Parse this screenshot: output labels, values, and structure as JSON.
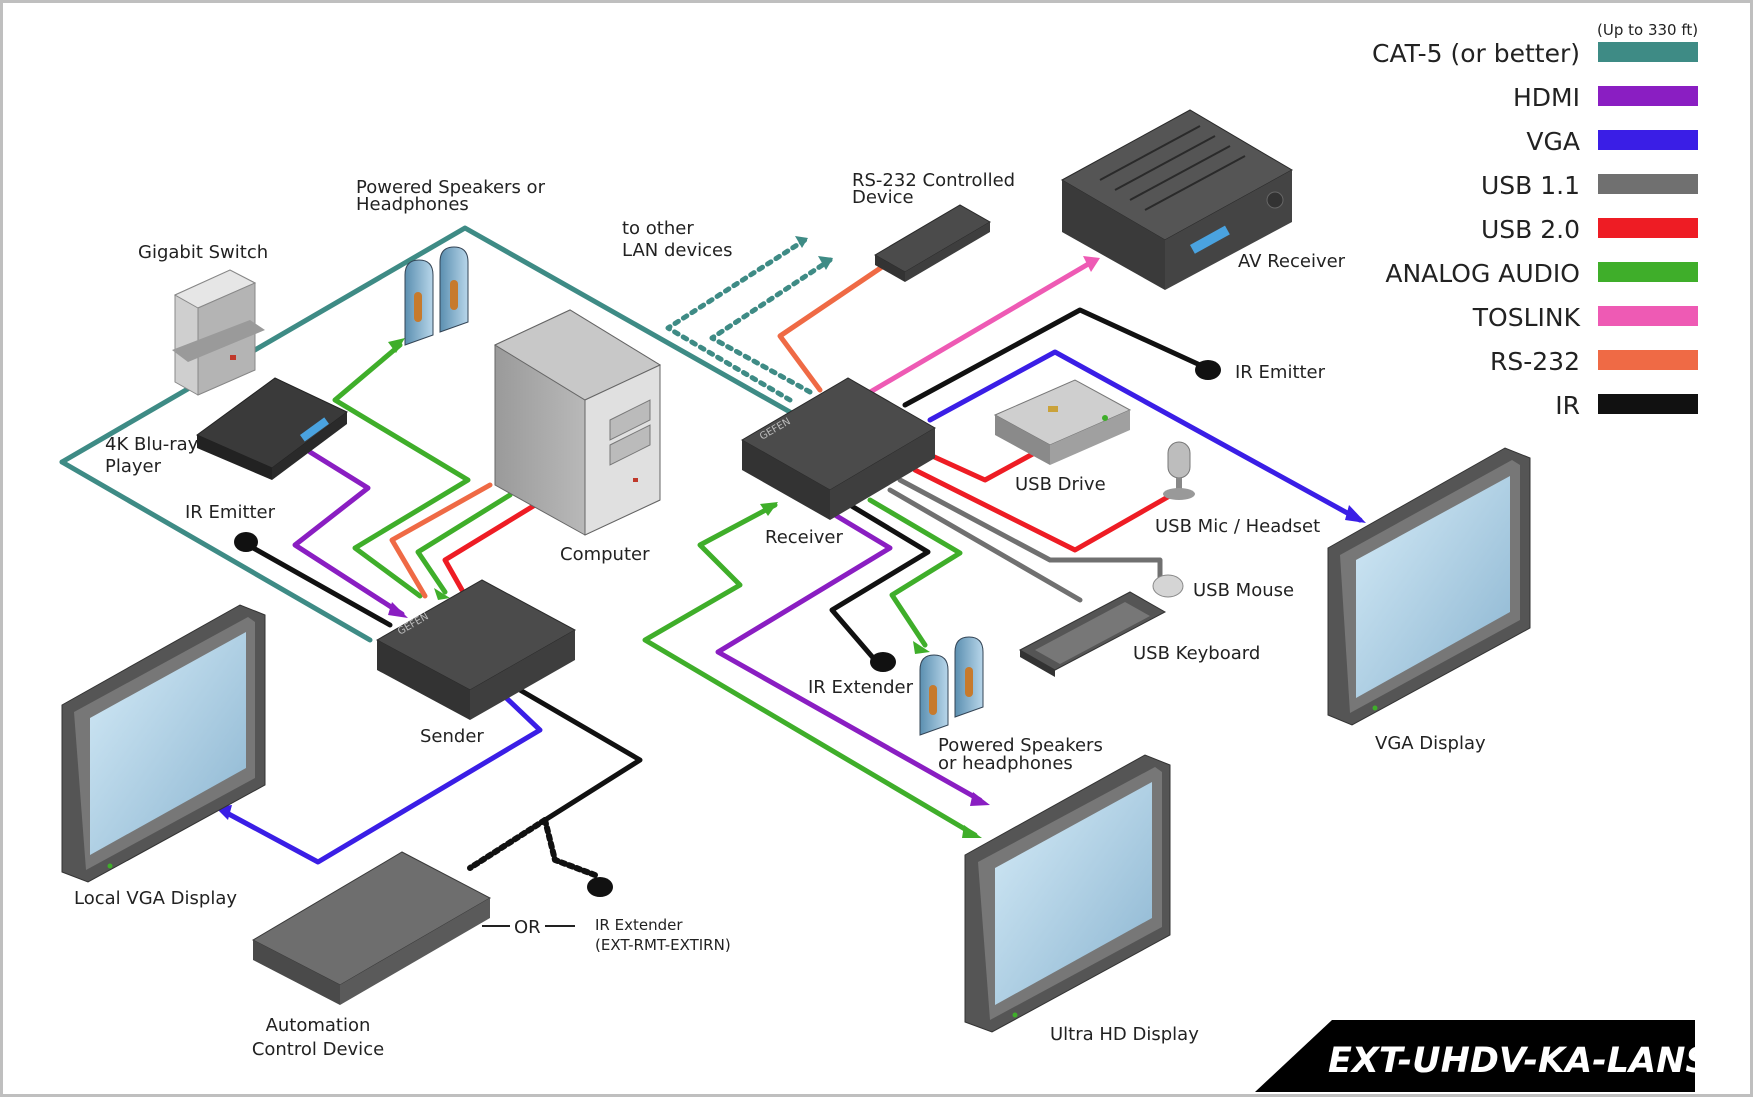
{
  "title": "EXT-UHDV-KA-LANS",
  "legend": {
    "note": "(Up to 330 ft)",
    "items": [
      {
        "label": "CAT-5 (or better)",
        "color": "#3e8b85"
      },
      {
        "label": "HDMI",
        "color": "#8a1ec2"
      },
      {
        "label": "VGA",
        "color": "#3a1ee6"
      },
      {
        "label": "USB 1.1",
        "color": "#707070"
      },
      {
        "label": "USB 2.0",
        "color": "#ee1c24"
      },
      {
        "label": "ANALOG AUDIO",
        "color": "#3fae2a"
      },
      {
        "label": "TOSLINK",
        "color": "#ee5ab4"
      },
      {
        "label": "RS-232",
        "color": "#ef6a45"
      },
      {
        "label": "IR",
        "color": "#111111"
      }
    ]
  },
  "labels": {
    "gigabit_switch": "Gigabit Switch",
    "speakers_top_1": "Powered Speakers or",
    "speakers_top_2": "Headphones",
    "lan_1": "to other",
    "lan_2": "LAN devices",
    "rs232_1": "RS-232 Controlled",
    "rs232_2": "Device",
    "av_receiver": "AV Receiver",
    "bluray_1": "4K Blu-ray",
    "bluray_2": "Player",
    "ir_emitter_left": "IR Emitter",
    "computer": "Computer",
    "receiver": "Receiver",
    "ir_emitter_right": "IR Emitter",
    "usb_drive": "USB Drive",
    "usb_mic": "USB Mic / Headset",
    "usb_mouse": "USB Mouse",
    "usb_keyboard": "USB Keyboard",
    "sender": "Sender",
    "ir_extender": "IR Extender",
    "speakers_bottom_1": "Powered Speakers",
    "speakers_bottom_2": "or headphones",
    "vga_display": "VGA Display",
    "local_vga_display": "Local VGA Display",
    "or": "OR",
    "ir_ext_opt_1": "IR Extender",
    "ir_ext_opt_2": "(EXT-RMT-EXTIRN)",
    "automation_1": "Automation",
    "automation_2": "Control Device",
    "ultra_hd_display": "Ultra HD Display",
    "brand": "GEFEN"
  }
}
